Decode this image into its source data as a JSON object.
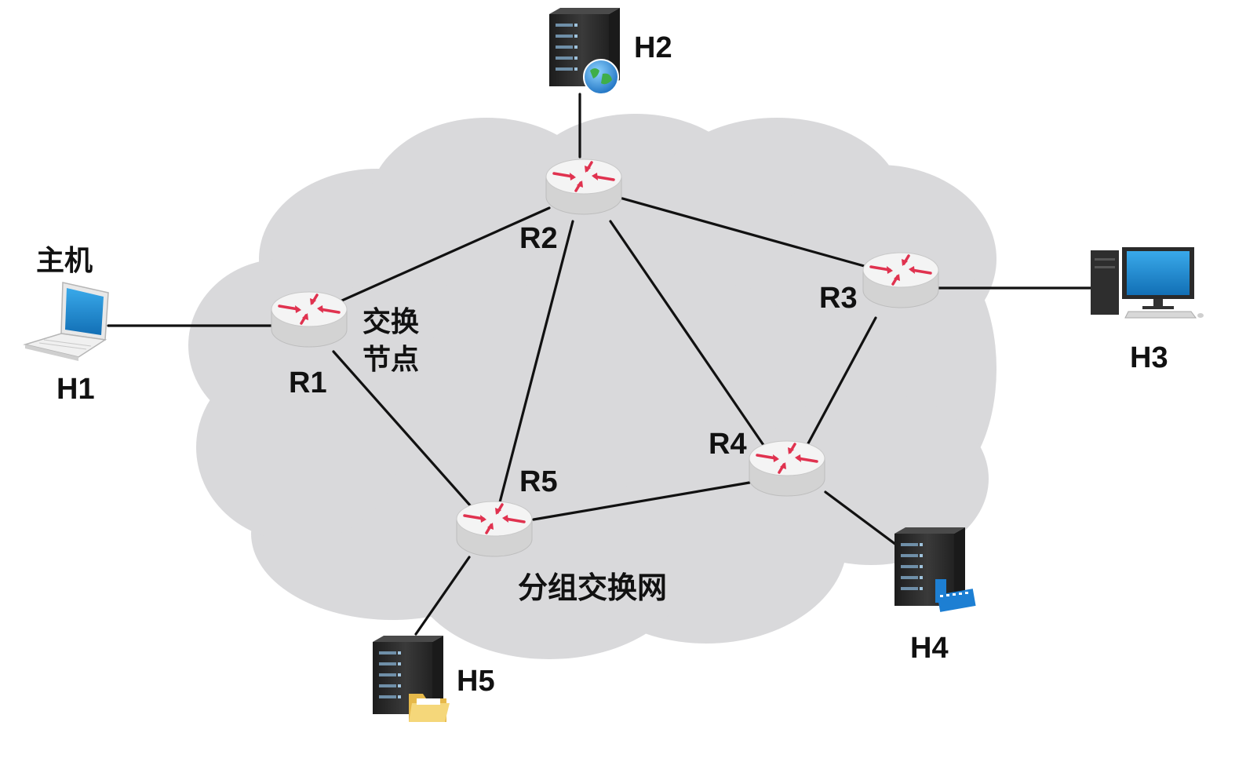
{
  "colors": {
    "cloud": "#d9d9db",
    "link": "#111111",
    "router_top": "#f3f3f3",
    "router_side": "#d2d2d2",
    "router_arrow": "#e0324f",
    "server_body": "#2b2b2b",
    "screen_blue": "#1f8fd6"
  },
  "labels": {
    "network": "分组交换网",
    "switch_node_line1": "交换",
    "switch_node_line2": "节点",
    "host_caption": "主机"
  },
  "routers": {
    "r1": "R1",
    "r2": "R2",
    "r3": "R3",
    "r4": "R4",
    "r5": "R5"
  },
  "hosts": {
    "h1": {
      "name": "H1",
      "icon": "laptop-icon"
    },
    "h2": {
      "name": "H2",
      "icon": "web-server-icon"
    },
    "h3": {
      "name": "H3",
      "icon": "desktop-computer-icon"
    },
    "h4": {
      "name": "H4",
      "icon": "video-server-icon"
    },
    "h5": {
      "name": "H5",
      "icon": "file-server-icon"
    }
  }
}
